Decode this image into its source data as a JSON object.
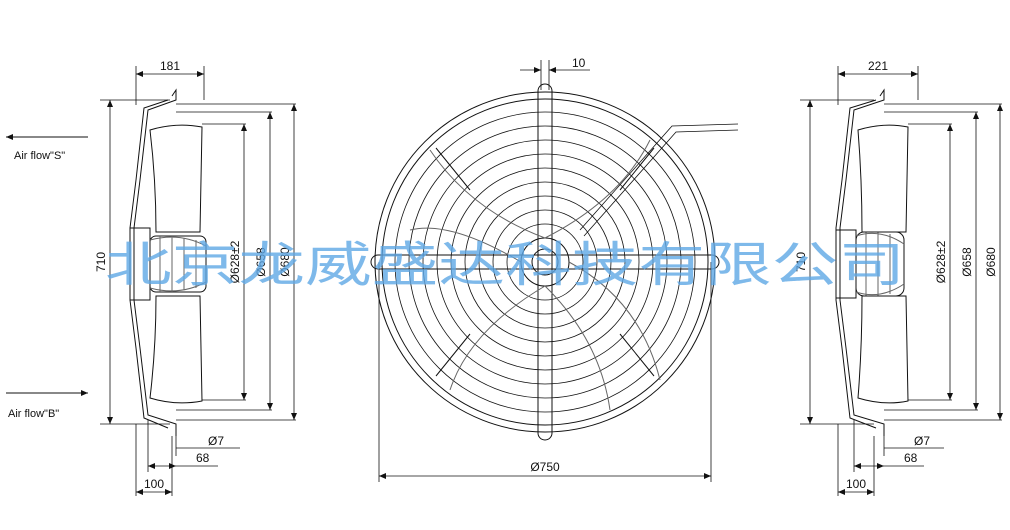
{
  "airflow": {
    "s_label": "Air flow\"S\"",
    "b_label": "Air flow\"B\""
  },
  "left_view": {
    "depth": "181",
    "height": "710",
    "d628": "Ø628±2",
    "d658": "Ø658",
    "d680": "Ø680",
    "hole": "Ø7",
    "spacing": "68",
    "base": "100"
  },
  "front_view": {
    "bar": "10",
    "diameter": "Ø750"
  },
  "right_view": {
    "depth": "221",
    "height": "710",
    "d628": "Ø628±2",
    "d658": "Ø658",
    "d680": "Ø680",
    "hole": "Ø7",
    "spacing": "68",
    "base": "100"
  },
  "watermark": "北京龙威盛达科技有限公司"
}
